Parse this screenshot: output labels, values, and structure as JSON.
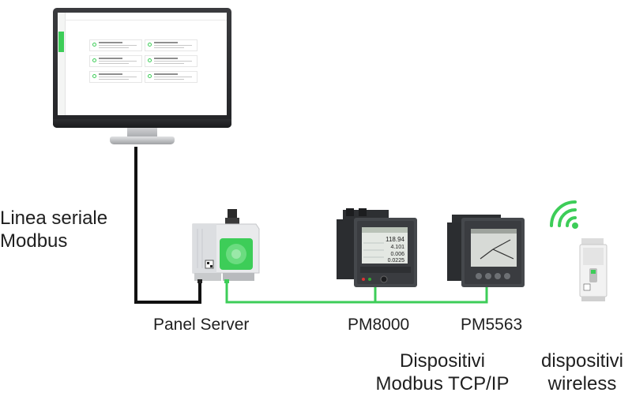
{
  "labels": {
    "serial_line": [
      "Linea seriale",
      "Modbus"
    ],
    "panel_server": "Panel Server",
    "pm8000": "PM8000",
    "pm5563": "PM5563",
    "tcp_group": [
      "Dispositivi",
      "Modbus TCP/IP"
    ],
    "wireless_group": [
      "dispositivi",
      "wireless"
    ]
  },
  "pm8000_readings": [
    "118.94",
    "4.101",
    "0.006",
    "0.0225"
  ],
  "colors": {
    "brand_green": "#3dcd58",
    "serial_wire": "#111111",
    "ethernet_wire": "#3dcd58",
    "device_body": "#3b3d40"
  },
  "icons": [
    "monitor-icon",
    "wifi-signal-icon"
  ]
}
